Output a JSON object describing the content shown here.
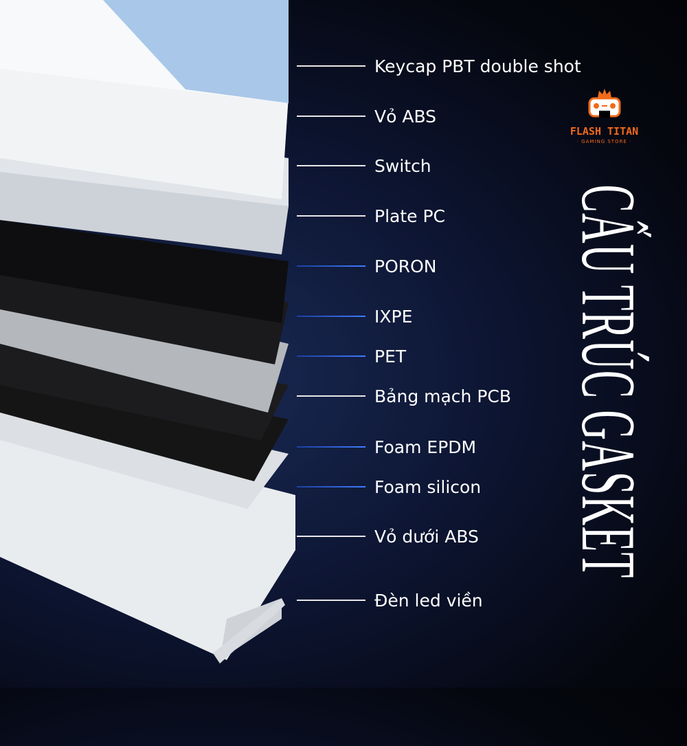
{
  "title": "CẤU TRÚC GASKET",
  "logo": {
    "brand": "FLASH TITAN",
    "tagline": "· GAMING STORE ·",
    "icon": "gamepad-crown-icon",
    "color": "#f06a1a"
  },
  "layers": [
    {
      "label": "Keycap PBT double shot",
      "line": "white"
    },
    {
      "label": "Vỏ ABS",
      "line": "white"
    },
    {
      "label": "Switch",
      "line": "white"
    },
    {
      "label": "Plate PC",
      "line": "white"
    },
    {
      "label": "PORON",
      "line": "blue"
    },
    {
      "label": "IXPE",
      "line": "blue"
    },
    {
      "label": "PET",
      "line": "blue"
    },
    {
      "label": "Bảng mạch PCB",
      "line": "white"
    },
    {
      "label": "Foam EPDM",
      "line": "blue"
    },
    {
      "label": "Foam silicon",
      "line": "blue"
    },
    {
      "label": "Vỏ dưới ABS",
      "line": "white"
    },
    {
      "label": "Đèn led viền",
      "line": "white"
    }
  ]
}
